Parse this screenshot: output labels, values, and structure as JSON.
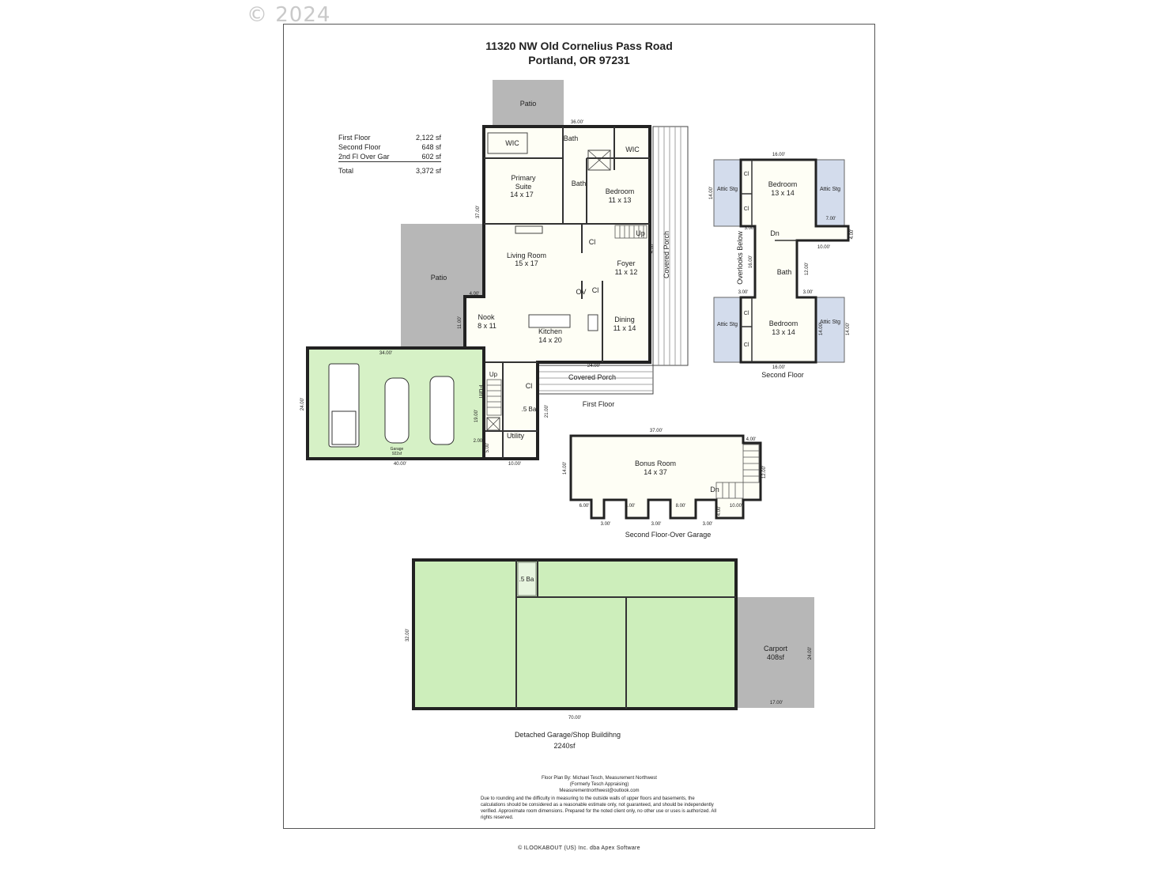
{
  "watermark": "© 2024",
  "header": {
    "line1": "11320 NW Old Cornelius Pass Road",
    "line2": "Portland, OR 97231"
  },
  "areas": [
    {
      "label": "First Floor",
      "value": "2,122 sf"
    },
    {
      "label": "Second Floor",
      "value": "648 sf"
    },
    {
      "label": "2nd Fl Over Gar",
      "value": "602 sf"
    },
    {
      "label": "Total",
      "value": "3,372 sf"
    }
  ],
  "first_floor": {
    "caption": "First Floor",
    "rooms": {
      "patio_top": "Patio",
      "wic1": "WIC",
      "bath1": "Bath",
      "wic2": "WIC",
      "primary1": "Primary",
      "primary2": "Suite",
      "primary_dim": "14 x 17",
      "bath2": "Bath",
      "bedroom": "Bedroom",
      "bedroom_dim": "11 x 13",
      "cl1": "Cl",
      "up": "Up",
      "living": "Living Room",
      "living_dim": "15 x 17",
      "foyer": "Foyer",
      "foyer_dim": "11 x 12",
      "patio_left": "Patio",
      "ov": "OV",
      "cl2": "Cl",
      "nook": "Nook",
      "nook_dim": "8 x 11",
      "kitchen": "Kitchen",
      "kitchen_dim": "14 x 20",
      "dining": "Dining",
      "dining_dim": "11 x 14",
      "covered_porch_v": "Covered Porch",
      "covered_porch_h": "Covered Porch",
      "garage": "Garage",
      "garage_sf": "922sf",
      "up2": "Up",
      "furn": "Furn",
      "cl3": "Cl",
      "half_bath": ".5 Ba",
      "utility": "Utility"
    },
    "dims": {
      "d36": "36.00'",
      "d37": "37.00'",
      "d4a": "4.00'",
      "d11": "11.00'",
      "d34": "34.00'",
      "d24a": "24.00'",
      "d24b": "24.00'",
      "d19": "19.00'",
      "d2": "2.00'",
      "d5": "5.00'",
      "d21": "21.00'",
      "d10": "10.00'",
      "d40": "40.00'",
      "d4b": "4.00'"
    }
  },
  "second_floor": {
    "caption": "Second Floor",
    "rooms": {
      "bed1": "Bedroom",
      "bed1_dim": "13 x 14",
      "bed2": "Bedroom",
      "bed2_dim": "13 x 14",
      "attic1": "Attic Stg",
      "attic2": "Attic Stg",
      "attic3": "Attic Stg",
      "attic4": "Attic Stg",
      "cl1": "Cl",
      "cl2": "Cl",
      "cl3": "Cl",
      "cl4": "Cl",
      "dn": "Dn",
      "bath": "Bath",
      "overlooks": "Overlooks Below"
    },
    "dims": {
      "d16a": "16.00'",
      "d14a": "14.00'",
      "d7": "7.00'",
      "d3a": "3.00'",
      "d4": "4.00'",
      "d10": "10.00'",
      "d16b": "16.00'",
      "d12": "12.00'",
      "d3b": "3.00'",
      "d3c": "3.00'",
      "d14b": "14.00'",
      "d14c": "14.00'",
      "d16c": "16.00'"
    }
  },
  "over_garage": {
    "caption": "Second Floor-Over Garage",
    "room": "Bonus Room",
    "room_dim": "14 x 37",
    "dn": "Dn",
    "dims": {
      "d37": "37.00'",
      "d4a": "4.00'",
      "d14": "14.00'",
      "d12": "12.00'",
      "d6": "6.00'",
      "d8a": "8.00'",
      "d8b": "8.00'",
      "d10": "10.00'",
      "d4b": "4.00'",
      "d3a": "3.00'",
      "d3b": "3.00'",
      "d3c": "3.00'"
    }
  },
  "shop": {
    "caption1": "Detached Garage/Shop Buildihng",
    "caption2": "2240sf",
    "half_bath": ".5 Ba",
    "carport": "Carport",
    "carport_sf": "408sf",
    "dims": {
      "d32": "32.00'",
      "d70": "70.00'",
      "d24": "24.00'",
      "d17": "17.00'"
    }
  },
  "credit": {
    "line1": "Floor Plan By: Michael Tesch, Measurement Northwest",
    "line2": "(Formerly Tesch Appraising)",
    "line3": "Measurementnorthwest@outlook.com",
    "disclaimer": "Due to rounding and the difficulty in measuring to the outside walls of upper floors and basements, the calculations should be considered as a reasonable estimate only, not guaranteed, and should be independently verified. Approximate room dimensions. Prepared for the noted client only, no other use or uses is authorized. All rights reserved."
  },
  "footer": "© ILOOKABOUT (US) Inc. dba Apex Software",
  "colors": {
    "garage_green": "#d6f1c6",
    "shop_green": "#cdeebb",
    "attic_blue": "#d3dcec",
    "patio_gray": "#b7b7b7",
    "plan_fill": "#fefef5",
    "wall": "#222222"
  }
}
